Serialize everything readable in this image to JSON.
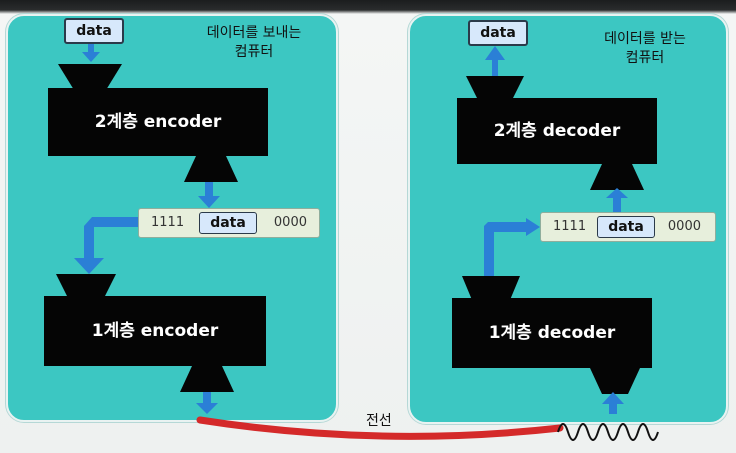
{
  "sender": {
    "caption": "데이터를 보내는\n컴퓨터",
    "input_label": "data",
    "layer2_label": "2계층 encoder",
    "layer1_label": "1계층 encoder",
    "frame": {
      "header": "1111",
      "payload": "data",
      "trailer": "0000"
    }
  },
  "receiver": {
    "caption": "데이터를 받는\n컴퓨터",
    "output_label": "data",
    "layer2_label": "2계층 decoder",
    "layer1_label": "1계층 decoder",
    "frame": {
      "header": "1111",
      "payload": "data",
      "trailer": "0000"
    }
  },
  "wire": {
    "label": "전선"
  },
  "colors": {
    "panel": "#3cc7c2",
    "block": "#050505",
    "arrow": "#2b7fd6",
    "wire": "#d42a2a",
    "data_box": "#d7e8fb",
    "frame": "#e7efdc"
  }
}
